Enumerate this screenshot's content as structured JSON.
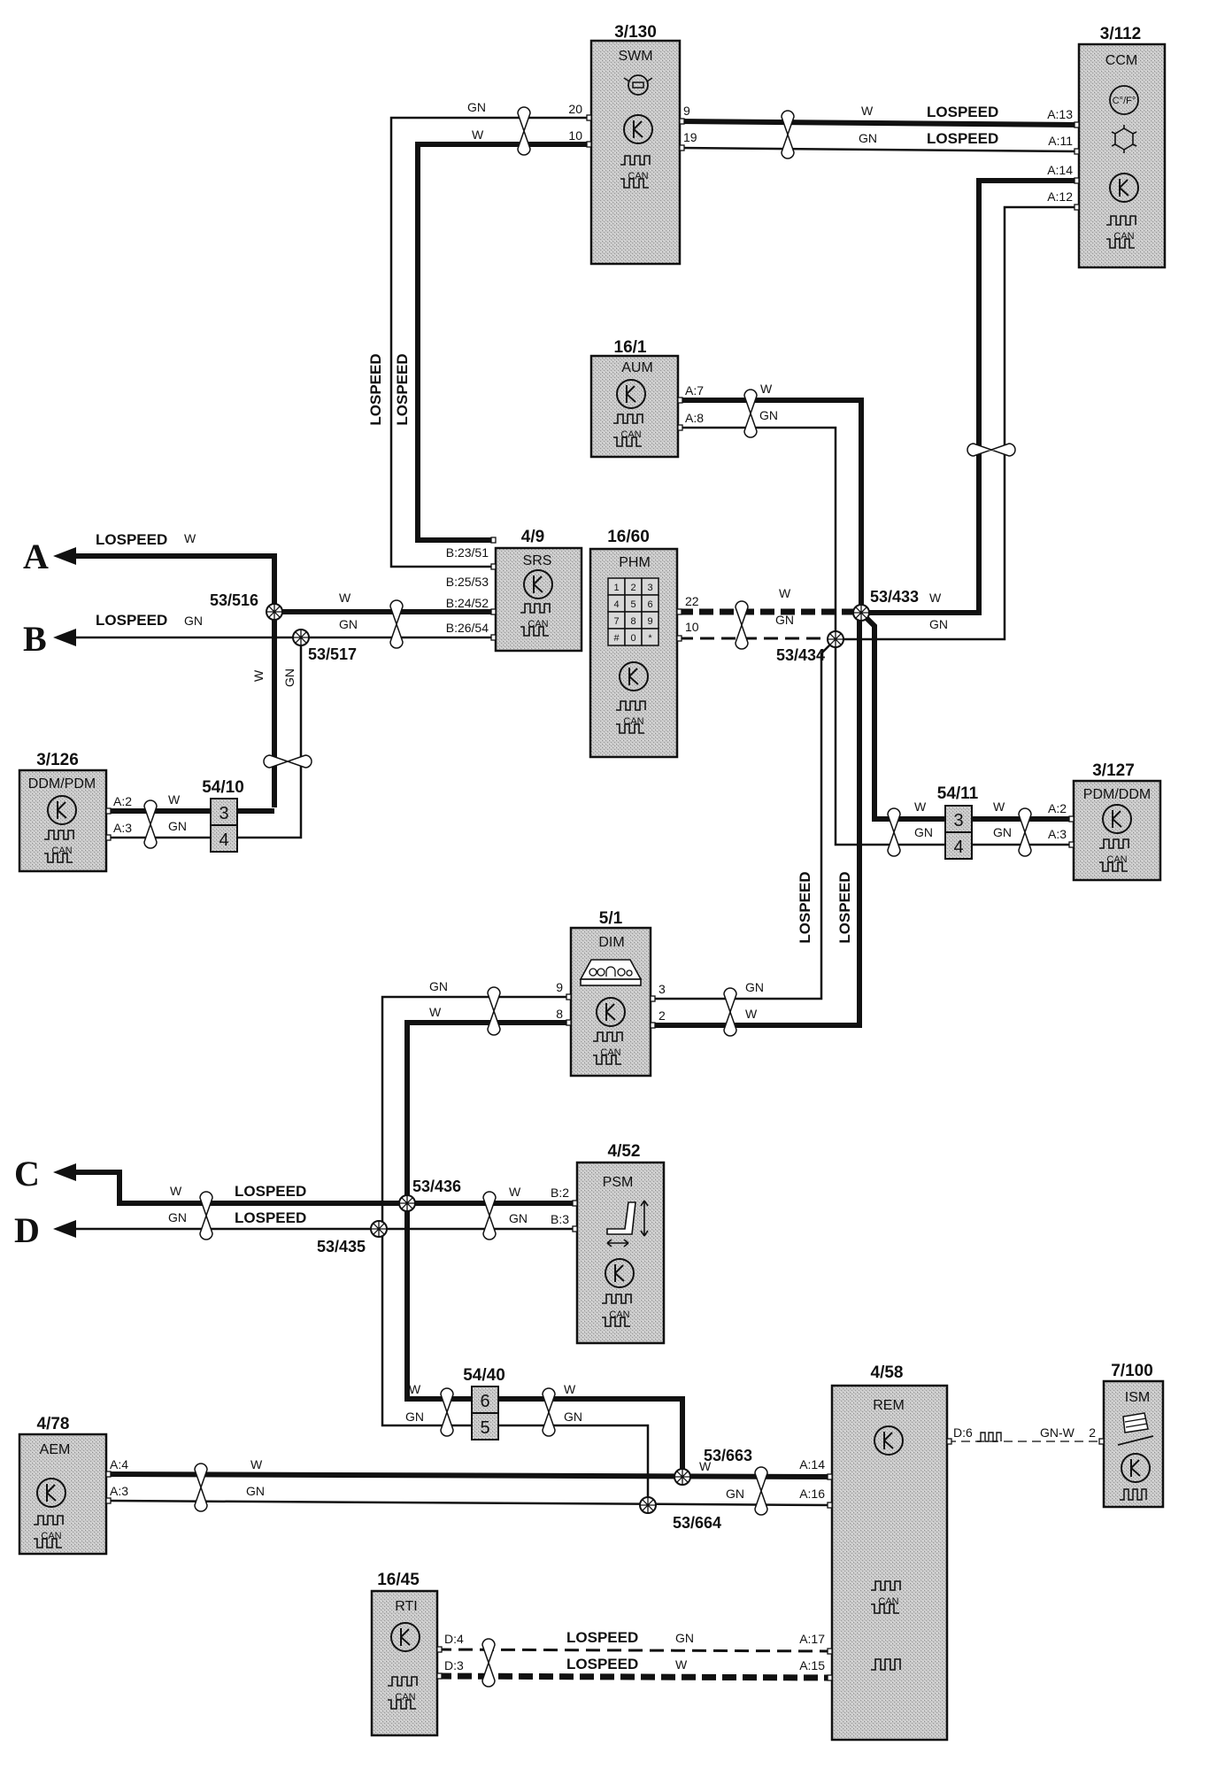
{
  "diagram": {
    "title": "CAN LOSPEED network wiring diagram",
    "bus_label": "LOSPEED",
    "can_label": "CAN",
    "wire_colors": {
      "white": "W",
      "green": "GN",
      "green_white": "GN-W"
    },
    "terminals": {
      "a": "A",
      "b": "B",
      "c": "C",
      "d": "D"
    }
  },
  "modules": {
    "swm": {
      "id": "3/130",
      "name": "SWM",
      "pins": [
        "20",
        "10",
        "9",
        "19"
      ]
    },
    "ccm": {
      "id": "3/112",
      "name": "CCM",
      "unit": "C°/F°",
      "pins": [
        "A:13",
        "A:11",
        "A:14",
        "A:12"
      ]
    },
    "aum": {
      "id": "16/1",
      "name": "AUM",
      "pins": [
        "A:7",
        "A:8"
      ]
    },
    "srs": {
      "id": "4/9",
      "name": "SRS",
      "pins": [
        "B:23/51",
        "B:25/53",
        "B:24/52",
        "B:26/54"
      ]
    },
    "phm": {
      "id": "16/60",
      "name": "PHM",
      "pins": [
        "22",
        "10"
      ],
      "keypad": [
        "1",
        "2",
        "3",
        "4",
        "5",
        "6",
        "7",
        "8",
        "9",
        "#",
        "0",
        "*"
      ]
    },
    "ddm_pdm": {
      "id": "3/126",
      "name": "DDM/PDM",
      "pins": [
        "A:2",
        "A:3"
      ]
    },
    "pdm_ddm": {
      "id": "3/127",
      "name": "PDM/DDM",
      "pins": [
        "A:2",
        "A:3"
      ]
    },
    "dim": {
      "id": "5/1",
      "name": "DIM",
      "pins": [
        "9",
        "8",
        "3",
        "2"
      ]
    },
    "psm": {
      "id": "4/52",
      "name": "PSM",
      "pins": [
        "B:2",
        "B:3"
      ]
    },
    "aem": {
      "id": "4/78",
      "name": "AEM",
      "pins": [
        "A:4",
        "A:3"
      ]
    },
    "rem": {
      "id": "4/58",
      "name": "REM",
      "pins": [
        "A:14",
        "A:16",
        "D:6",
        "A:17",
        "A:15"
      ]
    },
    "ism": {
      "id": "7/100",
      "name": "ISM",
      "pins": [
        "2"
      ]
    },
    "rti": {
      "id": "16/45",
      "name": "RTI",
      "pins": [
        "D:4",
        "D:3"
      ]
    }
  },
  "connectors": {
    "c54_10": {
      "id": "54/10",
      "pins": [
        "3",
        "4"
      ]
    },
    "c54_11": {
      "id": "54/11",
      "pins": [
        "3",
        "4"
      ]
    },
    "c54_40": {
      "id": "54/40",
      "pins": [
        "6",
        "5"
      ]
    }
  },
  "junctions": {
    "j516": "53/516",
    "j517": "53/517",
    "j433": "53/433",
    "j434": "53/434",
    "j436": "53/436",
    "j435": "53/435",
    "j663": "53/663",
    "j664": "53/664"
  }
}
